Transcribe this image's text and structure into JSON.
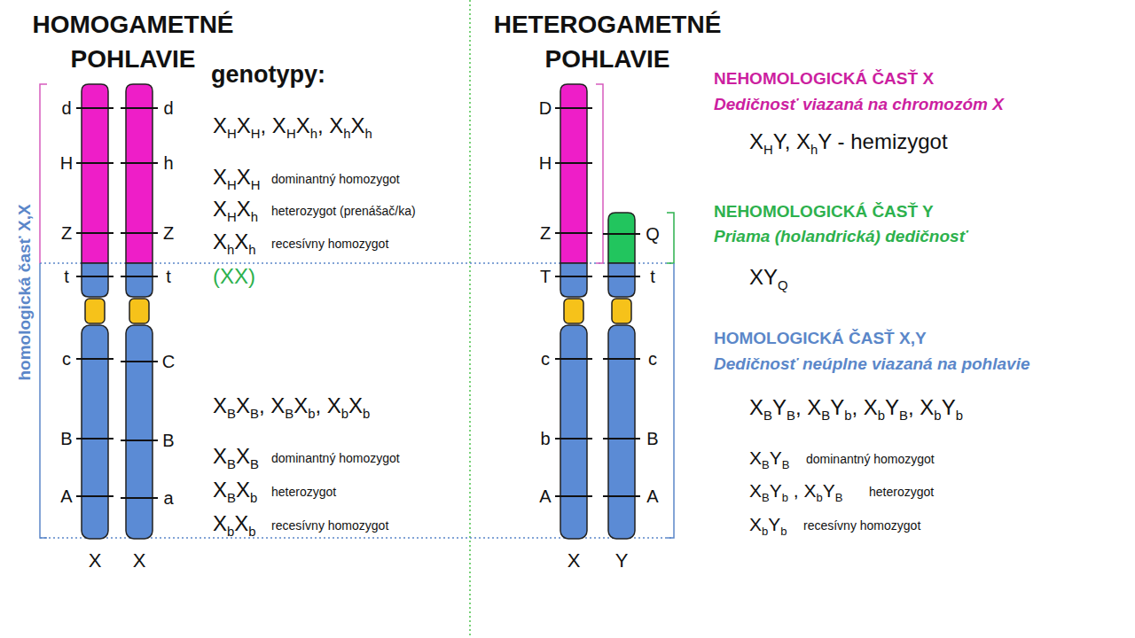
{
  "diagram": {
    "labels": [
      "HOMOGAMETNÉ POHLAVIE",
      "HETEROGAMETNÉ POHLAVIE",
      "genotypy:",
      "XHXH, XHXh, XhXh",
      "XHXH",
      "dominantný homozygot",
      "XHXh",
      "heterozygot (prenášač/ka)",
      "XhXh",
      "recesívny homozygot",
      "(XX)",
      "XBXB, XBXb, XbXb",
      "XBXB",
      "dominantný homozygot",
      "XBXb",
      "heterozygot",
      "XbXb",
      "recesívny homozygot",
      "NEHOMOLOGICKÁ ČASŤ X",
      "Dedičnosť viazaná na chromozóm X",
      "XHY, XhY - hemizygot",
      "NEHOMOLOGICKÁ ČASŤ Y",
      "Priama (holandrická) dedičnosť",
      "XYQ",
      "HOMOLOGICKÁ ČASŤ X,Y",
      "Dedičnosť neúplne viazaná na pohlavie",
      "XBYB, XBYb, XbYB, XbYb",
      "XBYB",
      "dominantný homozygot",
      "XBYb , XbYB",
      "heterozygot",
      "XbYb",
      "recesívny homozygot",
      "d",
      "H",
      "Z",
      "t",
      "c",
      "B",
      "A",
      "d",
      "h",
      "Z",
      "t",
      "C",
      "B",
      "a",
      "D",
      "H",
      "Z",
      "T",
      "c",
      "b",
      "A",
      "Q",
      "t",
      "c",
      "B",
      "A",
      "X",
      "X",
      "X",
      "Y",
      "homologická časť X,X"
    ]
  }
}
